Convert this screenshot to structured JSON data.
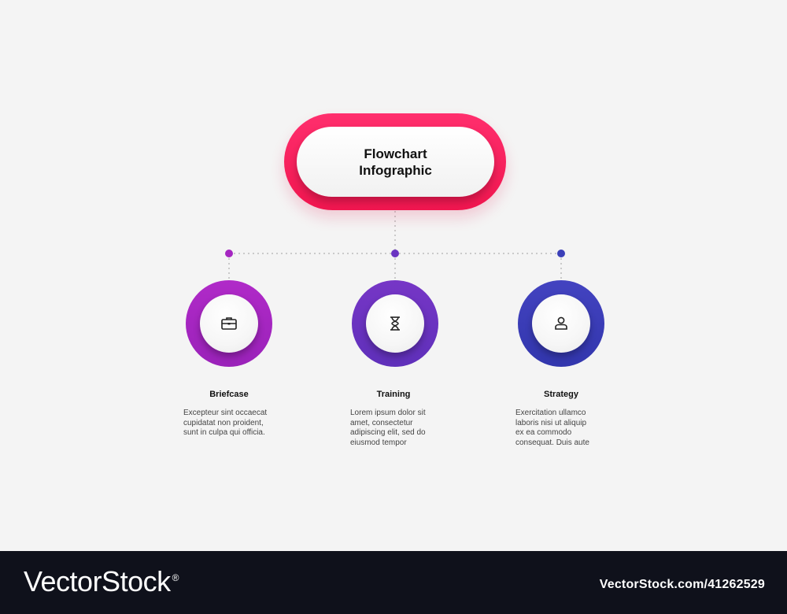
{
  "diagram": {
    "title": "Flowchart\nInfographic",
    "colors": {
      "root": "#f5205c",
      "node1": "#a526c1",
      "node2": "#6a34c1",
      "node3": "#3b3fb8",
      "connector": "#bbbbbb"
    },
    "items": [
      {
        "title": "Briefcase",
        "icon": "briefcase-icon",
        "text": "Excepteur sint occaecat\ncupidatat non proident,\nsunt in culpa qui officia."
      },
      {
        "title": "Training",
        "icon": "hourglass-icon",
        "text": "Lorem ipsum dolor sit\namet, consectetur\nadipiscing elit, sed do\neiusmod tempor"
      },
      {
        "title": "Strategy",
        "icon": "person-icon",
        "text": "Exercitation ullamco\nlaboris nisi ut aliquip\nex ea commodo\nconsequat. Duis aute"
      }
    ]
  },
  "footer": {
    "brand": "VectorStock",
    "registered_mark": "®",
    "stock_id": "VectorStock.com/41262529"
  }
}
